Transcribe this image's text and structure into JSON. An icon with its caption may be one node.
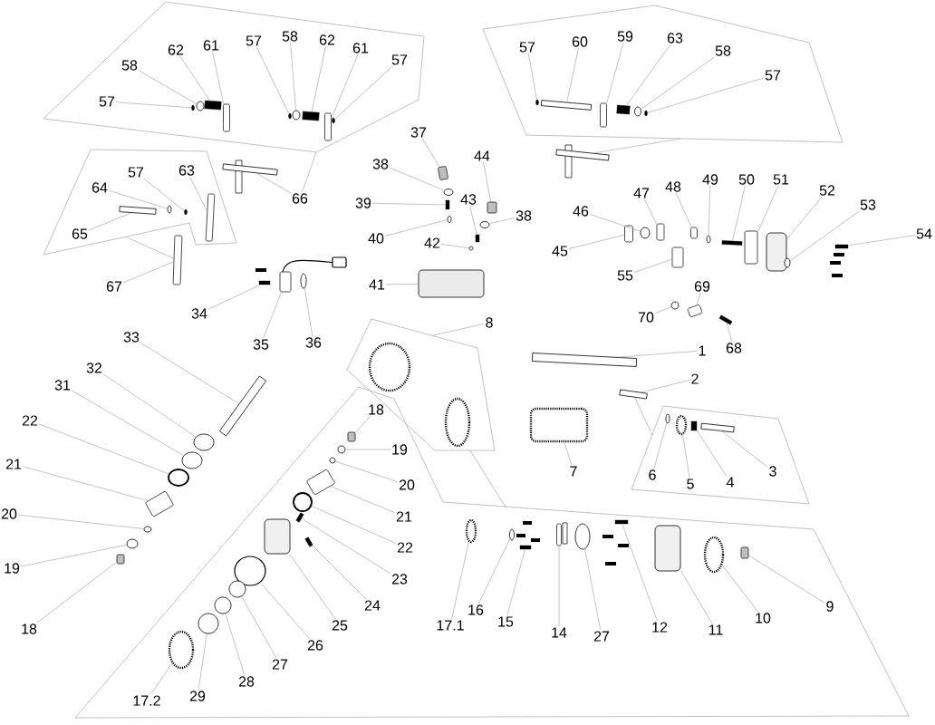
{
  "diagram": {
    "nodes": [
      {
        "text": [
          "57"
        ]
      },
      {
        "text": [
          "58"
        ]
      },
      {
        "text": [
          "62"
        ]
      },
      {
        "text": [
          "61"
        ]
      },
      {
        "text": [
          "57"
        ]
      },
      {
        "text": [
          "58"
        ]
      },
      {
        "text": [
          "62"
        ]
      },
      {
        "text": [
          "61"
        ]
      },
      {
        "text": [
          "57"
        ]
      },
      {
        "text": [
          "57"
        ]
      },
      {
        "text": [
          "60"
        ]
      },
      {
        "text": [
          "59"
        ]
      },
      {
        "text": [
          "63"
        ]
      },
      {
        "text": [
          "58"
        ]
      },
      {
        "text": [
          "57"
        ]
      },
      {
        "text": [
          "37"
        ]
      },
      {
        "text": [
          "44"
        ]
      },
      {
        "text": [
          "64"
        ]
      },
      {
        "text": [
          "57"
        ]
      },
      {
        "text": [
          "63"
        ]
      },
      {
        "text": [
          "66"
        ]
      },
      {
        "text": [
          "38"
        ]
      },
      {
        "text": [
          "39"
        ]
      },
      {
        "text": [
          "43"
        ]
      },
      {
        "text": [
          "38"
        ]
      },
      {
        "text": [
          "40"
        ]
      },
      {
        "text": [
          "42"
        ]
      },
      {
        "text": [
          "47"
        ]
      },
      {
        "text": [
          "48"
        ]
      },
      {
        "text": [
          "49"
        ]
      },
      {
        "text": [
          "50"
        ]
      },
      {
        "text": [
          "51"
        ]
      },
      {
        "text": [
          "52"
        ]
      },
      {
        "text": [
          "53"
        ]
      },
      {
        "text": [
          "46"
        ]
      },
      {
        "text": [
          "45"
        ]
      },
      {
        "text": [
          "54"
        ]
      },
      {
        "text": [
          "55"
        ]
      },
      {
        "text": [
          "65"
        ]
      },
      {
        "text": [
          "41"
        ]
      },
      {
        "text": [
          "67"
        ]
      },
      {
        "text": [
          "34"
        ]
      },
      {
        "text": [
          "69"
        ]
      },
      {
        "text": [
          "70"
        ]
      },
      {
        "text": [
          "35"
        ]
      },
      {
        "text": [
          "36"
        ]
      },
      {
        "text": [
          "33"
        ]
      },
      {
        "text": [
          "68"
        ]
      },
      {
        "text": [
          "8"
        ]
      },
      {
        "text": [
          "1"
        ]
      },
      {
        "text": [
          "32"
        ]
      },
      {
        "text": [
          "2"
        ]
      },
      {
        "text": [
          "31"
        ]
      },
      {
        "text": [
          "18"
        ]
      },
      {
        "text": [
          "22"
        ]
      },
      {
        "text": [
          "19"
        ]
      },
      {
        "text": [
          "21"
        ]
      },
      {
        "text": [
          "7"
        ]
      },
      {
        "text": [
          "6"
        ]
      },
      {
        "text": [
          "5"
        ]
      },
      {
        "text": [
          "4"
        ]
      },
      {
        "text": [
          "3"
        ]
      },
      {
        "text": [
          "20"
        ]
      },
      {
        "text": [
          "21"
        ]
      },
      {
        "text": [
          "20"
        ]
      },
      {
        "text": [
          "22"
        ]
      },
      {
        "text": [
          "19"
        ]
      },
      {
        "text": [
          "23"
        ]
      },
      {
        "text": [
          "24"
        ]
      },
      {
        "text": [
          "9"
        ]
      },
      {
        "text": [
          "16"
        ]
      },
      {
        "text": [
          "10"
        ]
      },
      {
        "text": [
          "18"
        ]
      },
      {
        "text": [
          "15"
        ]
      },
      {
        "text": [
          "17.1"
        ]
      },
      {
        "text": [
          "25"
        ]
      },
      {
        "text": [
          "11"
        ]
      },
      {
        "text": [
          "12"
        ]
      },
      {
        "text": [
          "14"
        ]
      },
      {
        "text": [
          "27"
        ]
      },
      {
        "text": [
          "26"
        ]
      },
      {
        "text": [
          "27"
        ]
      },
      {
        "text": [
          "28"
        ]
      },
      {
        "text": [
          "29"
        ]
      },
      {
        "text": [
          "17.2"
        ]
      },
      {
        "text": [],
        "shape": "circle"
      },
      {
        "text": [],
        "shape": "circle"
      },
      {
        "text": [],
        "shape": "box"
      },
      {
        "text": [],
        "shape": "box"
      },
      {
        "text": [],
        "shape": "circle"
      },
      {
        "text": [],
        "shape": "circle"
      },
      {
        "text": [],
        "shape": "box"
      },
      {
        "text": [],
        "shape": "box"
      },
      {
        "text": [],
        "shape": "circle"
      },
      {
        "text": [],
        "shape": "circle"
      },
      {
        "text": [],
        "shape": "bar"
      },
      {
        "text": [],
        "shape": "box"
      },
      {
        "text": [],
        "shape": "box"
      },
      {
        "text": [],
        "shape": "circle"
      },
      {
        "text": [],
        "shape": "circle"
      },
      {
        "text": [],
        "shape": "box"
      },
      {
        "text": [],
        "shape": "box"
      },
      {
        "text": [],
        "shape": "circle"
      },
      {
        "text": [],
        "shape": "circle"
      },
      {
        "text": [],
        "shape": "box"
      },
      {
        "text": [],
        "shape": "bar"
      },
      {
        "text": [],
        "shape": "circle"
      },
      {
        "text": [],
        "shape": "box"
      },
      {
        "text": [],
        "shape": "box"
      },
      {
        "text": [],
        "shape": "circle"
      },
      {
        "text": [],
        "shape": "circle"
      },
      {
        "text": [],
        "shape": "circle"
      },
      {
        "text": [],
        "shape": "box"
      },
      {
        "text": [],
        "shape": "box"
      },
      {
        "text": [],
        "shape": "circle"
      },
      {
        "text": [],
        "shape": "bar"
      },
      {
        "text": [],
        "shape": "box"
      },
      {
        "text": [],
        "shape": "box"
      },
      {
        "text": [],
        "shape": "circle"
      },
      {
        "text": [],
        "shape": "circle"
      },
      {
        "text": [],
        "shape": "box"
      },
      {
        "text": [],
        "shape": "bar"
      },
      {
        "text": [],
        "shape": "box"
      },
      {
        "text": [],
        "shape": "bar"
      },
      {
        "text": [],
        "shape": "box"
      },
      {
        "text": [],
        "shape": "box"
      },
      {
        "text": [],
        "shape": "bar"
      },
      {
        "text": [],
        "shape": "box"
      },
      {
        "text": [],
        "shape": "circle"
      },
      {
        "text": [],
        "shape": "box"
      },
      {
        "text": [],
        "shape": "circle"
      },
      {
        "text": [],
        "shape": "bar"
      },
      {
        "text": [],
        "shape": "bar"
      },
      {
        "text": [],
        "shape": "bar"
      },
      {
        "text": [],
        "shape": "circle"
      },
      {
        "text": [],
        "shape": "bar"
      },
      {
        "text": [],
        "shape": "circle"
      },
      {
        "text": [],
        "shape": "box"
      },
      {
        "text": [],
        "shape": "circle"
      },
      {
        "text": [],
        "shape": "circle"
      },
      {
        "text": [],
        "shape": "box"
      },
      {
        "text": [],
        "shape": "box"
      },
      {
        "text": [],
        "shape": "circle"
      },
      {
        "text": [],
        "shape": "circle"
      },
      {
        "text": [],
        "shape": "box"
      },
      {
        "text": [],
        "shape": "bar"
      },
      {
        "text": [],
        "shape": "circle"
      },
      {
        "text": [],
        "shape": "box"
      },
      {
        "text": [],
        "shape": "circle"
      },
      {
        "text": [],
        "shape": "circle"
      },
      {
        "text": [],
        "shape": "circle"
      },
      {
        "text": [],
        "shape": "box"
      },
      {
        "text": [],
        "shape": "bar"
      },
      {
        "text": [],
        "shape": "box"
      },
      {
        "text": [],
        "shape": "circle"
      },
      {
        "text": [],
        "shape": "circle"
      },
      {
        "text": [],
        "shape": "box"
      },
      {
        "text": [],
        "shape": "bar"
      },
      {
        "text": [],
        "shape": "circle"
      },
      {
        "text": [],
        "shape": "box"
      },
      {
        "text": [],
        "shape": "box"
      },
      {
        "text": [],
        "shape": "bar"
      },
      {
        "text": [],
        "shape": "box"
      },
      {
        "text": [],
        "shape": "circle"
      },
      {
        "text": [],
        "shape": "circle"
      },
      {
        "text": [],
        "shape": "circle"
      },
      {
        "text": [],
        "shape": "circle"
      },
      {
        "text": [],
        "shape": "circle"
      },
      {
        "text": [],
        "shape": "circle"
      },
      {
        "text": [],
        "shape": "bar"
      }
    ],
    "edges": [
      {
        "from": 0,
        "to": 85,
        "arrow": "none"
      },
      {
        "from": 1,
        "to": 86,
        "arrow": "none"
      },
      {
        "from": 2,
        "to": 87,
        "arrow": "none"
      },
      {
        "from": 3,
        "to": 88,
        "arrow": "none"
      },
      {
        "from": 4,
        "to": 89,
        "arrow": "none"
      },
      {
        "from": 5,
        "to": 90,
        "arrow": "none"
      },
      {
        "from": 6,
        "to": 91,
        "arrow": "none"
      },
      {
        "from": 7,
        "to": 92,
        "arrow": "none"
      },
      {
        "from": 8,
        "to": 93,
        "arrow": "none"
      },
      {
        "from": 9,
        "to": 94,
        "arrow": "none"
      },
      {
        "from": 10,
        "to": 95,
        "arrow": "none"
      },
      {
        "from": 11,
        "to": 96,
        "arrow": "none"
      },
      {
        "from": 12,
        "to": 97,
        "arrow": "none"
      },
      {
        "from": 13,
        "to": 98,
        "arrow": "none"
      },
      {
        "from": 14,
        "to": 99,
        "arrow": "none"
      },
      {
        "from": 15,
        "to": 100,
        "arrow": "none"
      },
      {
        "from": 16,
        "to": 101,
        "arrow": "none"
      },
      {
        "from": 17,
        "to": 102,
        "arrow": "none"
      },
      {
        "from": 18,
        "to": 103,
        "arrow": "none"
      },
      {
        "from": 19,
        "to": 104,
        "arrow": "none"
      },
      {
        "from": 20,
        "to": 105,
        "arrow": "none"
      },
      {
        "from": 20,
        "to": null,
        "arrow": "none"
      },
      {
        "from": 21,
        "to": 106,
        "arrow": "none"
      },
      {
        "from": 22,
        "to": 107,
        "arrow": "none"
      },
      {
        "from": 23,
        "to": 108,
        "arrow": "none"
      },
      {
        "from": 24,
        "to": 109,
        "arrow": "none"
      },
      {
        "from": 25,
        "to": 110,
        "arrow": "none"
      },
      {
        "from": 26,
        "to": 111,
        "arrow": "none"
      },
      {
        "from": 27,
        "to": 112,
        "arrow": "none"
      },
      {
        "from": 28,
        "to": 113,
        "arrow": "none"
      },
      {
        "from": 29,
        "to": 114,
        "arrow": "none"
      },
      {
        "from": 30,
        "to": 115,
        "arrow": "none"
      },
      {
        "from": 31,
        "to": 116,
        "arrow": "none"
      },
      {
        "from": 32,
        "to": 117,
        "arrow": "none"
      },
      {
        "from": 33,
        "to": 118,
        "arrow": "none"
      },
      {
        "from": 34,
        "to": 119,
        "arrow": "none"
      },
      {
        "from": 35,
        "to": 120,
        "arrow": "none"
      },
      {
        "from": 36,
        "to": 121,
        "arrow": "none"
      },
      {
        "from": 37,
        "to": 122,
        "arrow": "none"
      },
      {
        "from": 38,
        "to": 123,
        "arrow": "none"
      },
      {
        "from": 39,
        "to": 124,
        "arrow": "none"
      },
      {
        "from": 40,
        "to": 125,
        "arrow": "none"
      },
      {
        "from": 41,
        "to": 126,
        "arrow": "none"
      },
      {
        "from": 42,
        "to": 127,
        "arrow": "none"
      },
      {
        "from": 43,
        "to": 128,
        "arrow": "none"
      },
      {
        "from": 44,
        "to": 129,
        "arrow": "none"
      },
      {
        "from": 45,
        "to": 130,
        "arrow": "none"
      },
      {
        "from": 46,
        "to": 131,
        "arrow": "none"
      },
      {
        "from": 47,
        "to": 132,
        "arrow": "none"
      },
      {
        "from": 48,
        "to": null,
        "arrow": "none"
      },
      {
        "from": 49,
        "to": 133,
        "arrow": "none"
      },
      {
        "from": 50,
        "to": 134,
        "arrow": "none"
      },
      {
        "from": 51,
        "to": 135,
        "arrow": "none"
      },
      {
        "from": 52,
        "to": 136,
        "arrow": "none"
      },
      {
        "from": 53,
        "to": 137,
        "arrow": "none"
      },
      {
        "from": 54,
        "to": 138,
        "arrow": "none"
      },
      {
        "from": 55,
        "to": 139,
        "arrow": "none"
      },
      {
        "from": 56,
        "to": 140,
        "arrow": "none"
      },
      {
        "from": 57,
        "to": 141,
        "arrow": "none"
      },
      {
        "from": 58,
        "to": 142,
        "arrow": "none"
      },
      {
        "from": 59,
        "to": 143,
        "arrow": "none"
      },
      {
        "from": 60,
        "to": 144,
        "arrow": "none"
      },
      {
        "from": 61,
        "to": 145,
        "arrow": "none"
      },
      {
        "from": 62,
        "to": 146,
        "arrow": "none"
      },
      {
        "from": 63,
        "to": 147,
        "arrow": "none"
      },
      {
        "from": 64,
        "to": 148,
        "arrow": "none"
      },
      {
        "from": 65,
        "to": 149,
        "arrow": "none"
      },
      {
        "from": 66,
        "to": 150,
        "arrow": "none"
      },
      {
        "from": 67,
        "to": 151,
        "arrow": "none"
      },
      {
        "from": 68,
        "to": 152,
        "arrow": "none"
      },
      {
        "from": 69,
        "to": 153,
        "arrow": "none"
      },
      {
        "from": 70,
        "to": 154,
        "arrow": "none"
      },
      {
        "from": 71,
        "to": 155,
        "arrow": "none"
      },
      {
        "from": 72,
        "to": 156,
        "arrow": "none"
      },
      {
        "from": 73,
        "to": 157,
        "arrow": "none"
      },
      {
        "from": 74,
        "to": 158,
        "arrow": "none"
      },
      {
        "from": 75,
        "to": 159,
        "arrow": "none"
      },
      {
        "from": 76,
        "to": 160,
        "arrow": "none"
      },
      {
        "from": 77,
        "to": 161,
        "arrow": "none"
      },
      {
        "from": 78,
        "to": 162,
        "arrow": "none"
      },
      {
        "from": 79,
        "to": 163,
        "arrow": "none"
      },
      {
        "from": 80,
        "to": 164,
        "arrow": "none"
      },
      {
        "from": 81,
        "to": 165,
        "arrow": "none"
      },
      {
        "from": 82,
        "to": 166,
        "arrow": "none"
      },
      {
        "from": 83,
        "to": 167,
        "arrow": "none"
      },
      {
        "from": 84,
        "to": 168,
        "arrow": "none"
      },
      {
        "from": 125,
        "to": null,
        "arrow": "none"
      },
      {
        "from": 169,
        "to": null,
        "arrow": "none"
      },
      {
        "from": 135,
        "to": null,
        "arrow": "none"
      }
    ]
  }
}
